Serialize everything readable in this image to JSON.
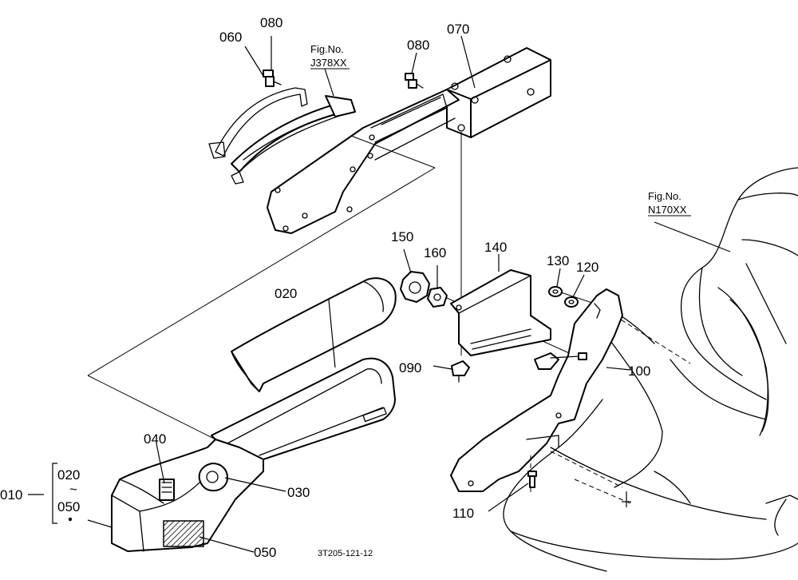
{
  "callouts": {
    "p010": "010",
    "p020a": "020",
    "p020b": "020",
    "tilde": "~",
    "p050a": "050",
    "p050b": "050",
    "p030": "030",
    "p040": "040",
    "p060": "060",
    "p070": "070",
    "p080a": "080",
    "p080b": "080",
    "p090": "090",
    "p100": "100",
    "p110": "110",
    "p120": "120",
    "p130": "130",
    "p140": "140",
    "p150": "150",
    "p160": "160"
  },
  "figure_refs": {
    "left_line1": "Fig.No.",
    "left_line2": "J378XX",
    "right_line1": "Fig.No.",
    "right_line2": "N170XX"
  },
  "drawing_code": "3T205-121-12"
}
